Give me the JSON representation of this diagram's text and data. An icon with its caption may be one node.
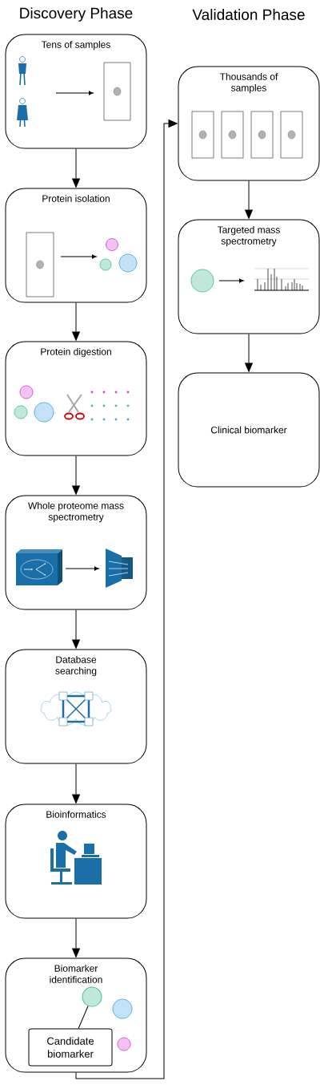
{
  "diagram": {
    "nodes": [
      {
        "text": [
          "Tens of samples"
        ]
      },
      {
        "text": [
          "Protein isolation"
        ]
      },
      {
        "text": [
          "Protein digestion"
        ]
      },
      {
        "text": [
          "Whole proteome mass spectrometry"
        ]
      },
      {
        "text": [
          "Database searching"
        ]
      },
      {
        "text": [
          "Bioinformatics"
        ]
      },
      {
        "text": [
          "Biomarker identification"
        ]
      },
      {
        "text": [],
        "shape": "circle",
        "in": 6
      },
      {
        "text": [
          "Candidate biomarker"
        ],
        "in": 6
      },
      {
        "text": [
          "Thousands of samples"
        ]
      },
      {
        "text": [
          "Targeted mass spectrometry"
        ]
      },
      {
        "text": [
          "Clinical biomarker"
        ]
      }
    ],
    "edges": [
      {
        "from": 0,
        "to": 1,
        "arrow": "to"
      },
      {
        "from": 1,
        "to": 2,
        "arrow": "to"
      },
      {
        "from": 2,
        "to": 3,
        "arrow": "to"
      },
      {
        "from": 3,
        "to": 4,
        "arrow": "to"
      },
      {
        "from": 4,
        "to": 5,
        "arrow": "to"
      },
      {
        "from": 5,
        "to": 6,
        "arrow": "to"
      },
      {
        "from": 6,
        "to": 9,
        "arrow": "to"
      },
      {
        "from": 9,
        "to": 10,
        "arrow": "to"
      },
      {
        "from": 10,
        "to": 11,
        "arrow": "to"
      },
      {
        "from": 8,
        "to": 7,
        "arrow": "none"
      }
    ],
    "labels": [
      "Discovery Phase",
      "Validation Phase"
    ]
  }
}
